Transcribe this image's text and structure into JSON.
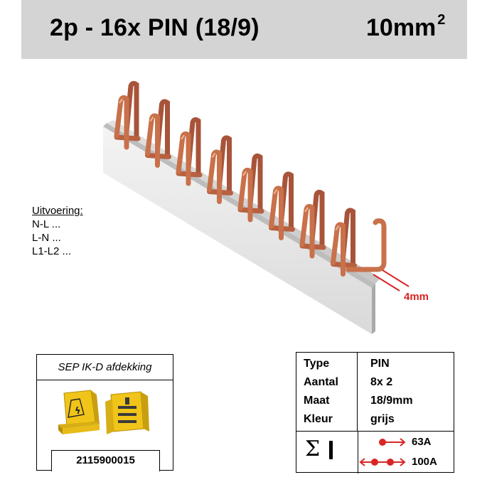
{
  "header": {
    "title": "2p - 16x PIN (18/9)",
    "size": "10mm",
    "size_superscript": "2"
  },
  "product": {
    "dimension_label": "4mm",
    "pin_count": 8,
    "colors": {
      "copper": "#c8714a",
      "housing": "#e6e6e6",
      "accent": "#d92525"
    }
  },
  "uitvoering": {
    "heading": "Uitvoering:",
    "items": [
      "N-L ...",
      "L-N ...",
      "L1-L2 ..."
    ]
  },
  "sep": {
    "title": "SEP IK-D afdekking",
    "code": "2115900015",
    "colors": {
      "cover": "#f0c419"
    }
  },
  "specs": {
    "rows": [
      {
        "label": "Type",
        "value": "PIN"
      },
      {
        "label": "Aantal",
        "value": "8x 2"
      },
      {
        "label": "Maat",
        "value": "18/9mm"
      },
      {
        "label": "Kleur",
        "value": "grijs"
      }
    ],
    "sigma_symbol": "Σ",
    "currents": [
      {
        "value": "63A",
        "icon": "single-feed-icon"
      },
      {
        "value": "100A",
        "icon": "double-feed-icon"
      }
    ]
  }
}
